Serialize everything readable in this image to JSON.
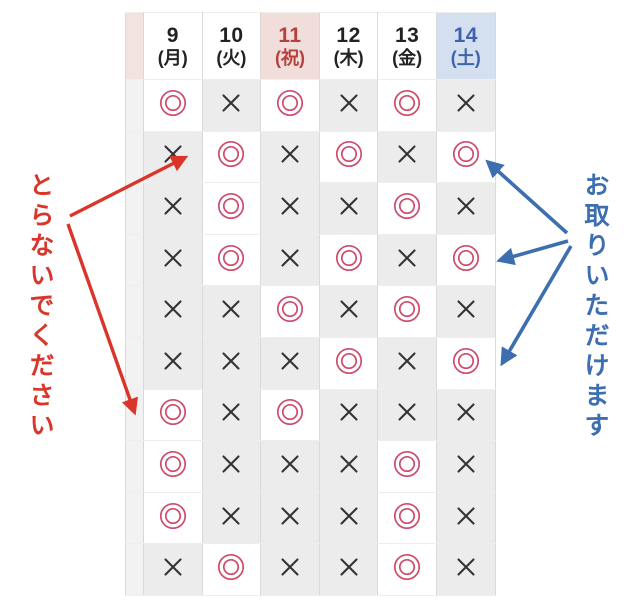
{
  "table": {
    "columns": [
      {
        "day": "9",
        "dow": "(月)",
        "kind": "weekday"
      },
      {
        "day": "10",
        "dow": "(火)",
        "kind": "weekday"
      },
      {
        "day": "11",
        "dow": "(祝)",
        "kind": "holiday"
      },
      {
        "day": "12",
        "dow": "(木)",
        "kind": "weekday"
      },
      {
        "day": "13",
        "dow": "(金)",
        "kind": "weekday"
      },
      {
        "day": "14",
        "dow": "(土)",
        "kind": "saturday"
      }
    ],
    "symbols": {
      "available": "◎",
      "unavailable": "×",
      "available_name": "double-circle-icon",
      "unavailable_name": "cross-icon"
    },
    "rows": [
      {
        "separator": false,
        "cells": [
          "available",
          "unavailable",
          "available",
          "unavailable",
          "available",
          "unavailable"
        ]
      },
      {
        "separator": true,
        "cells": [
          "unavailable",
          "available",
          "unavailable",
          "available",
          "unavailable",
          "available"
        ]
      },
      {
        "separator": false,
        "cells": [
          "unavailable",
          "available",
          "unavailable",
          "unavailable",
          "available",
          "unavailable"
        ]
      },
      {
        "separator": true,
        "cells": [
          "unavailable",
          "available",
          "unavailable",
          "available",
          "unavailable",
          "available"
        ]
      },
      {
        "separator": false,
        "cells": [
          "unavailable",
          "unavailable",
          "available",
          "unavailable",
          "available",
          "unavailable"
        ]
      },
      {
        "separator": true,
        "cells": [
          "unavailable",
          "unavailable",
          "unavailable",
          "available",
          "unavailable",
          "available"
        ]
      },
      {
        "separator": false,
        "cells": [
          "available",
          "unavailable",
          "available",
          "unavailable",
          "unavailable",
          "unavailable"
        ]
      },
      {
        "separator": true,
        "cells": [
          "available",
          "unavailable",
          "unavailable",
          "unavailable",
          "available",
          "unavailable"
        ]
      },
      {
        "separator": false,
        "cells": [
          "available",
          "unavailable",
          "unavailable",
          "unavailable",
          "available",
          "unavailable"
        ]
      },
      {
        "separator": false,
        "cells": [
          "unavailable",
          "available",
          "unavailable",
          "unavailable",
          "available",
          "unavailable"
        ]
      }
    ]
  },
  "annotations": {
    "left": {
      "text": "とらないでください",
      "color": "#d9352a",
      "arrow_count": 2
    },
    "right": {
      "text": "お取りいただけます",
      "color": "#3d6fb0",
      "arrow_count": 3
    }
  },
  "colors": {
    "available_mark": "#cf4a6b",
    "unavailable_mark": "#333333",
    "available_cell_bg": "#ffffff",
    "unavailable_cell_bg": "#ececec",
    "holiday_header_bg": "#f1dedb",
    "holiday_header_text": "#b5413f",
    "saturday_header_bg": "#d4e0f0",
    "saturday_header_text": "#3c63ad",
    "gutter_header_bg": "#f2e3e0",
    "gutter_body_bg": "#f2f2f2",
    "red_annotation": "#d9352a",
    "blue_annotation": "#3d6fb0"
  }
}
